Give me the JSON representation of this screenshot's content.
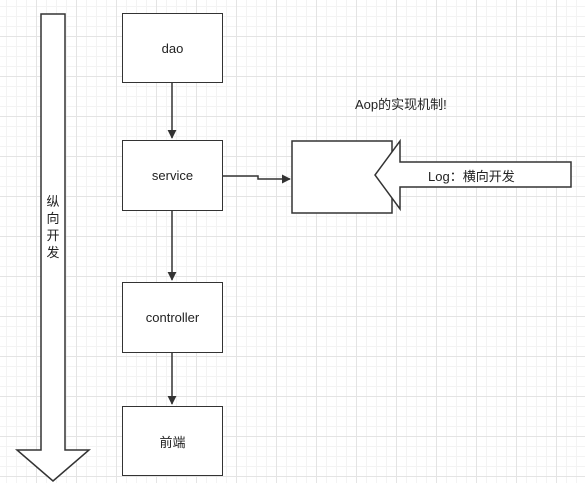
{
  "diagram": {
    "vertical_arrow_label": "纵向开发",
    "layers": [
      {
        "id": "dao",
        "label": "dao"
      },
      {
        "id": "service",
        "label": "service"
      },
      {
        "id": "controller",
        "label": "controller"
      },
      {
        "id": "frontend",
        "label": "前端"
      }
    ],
    "aop_title": "Aop的实现机制!",
    "log_arrow_label": "Log：横向开发"
  }
}
